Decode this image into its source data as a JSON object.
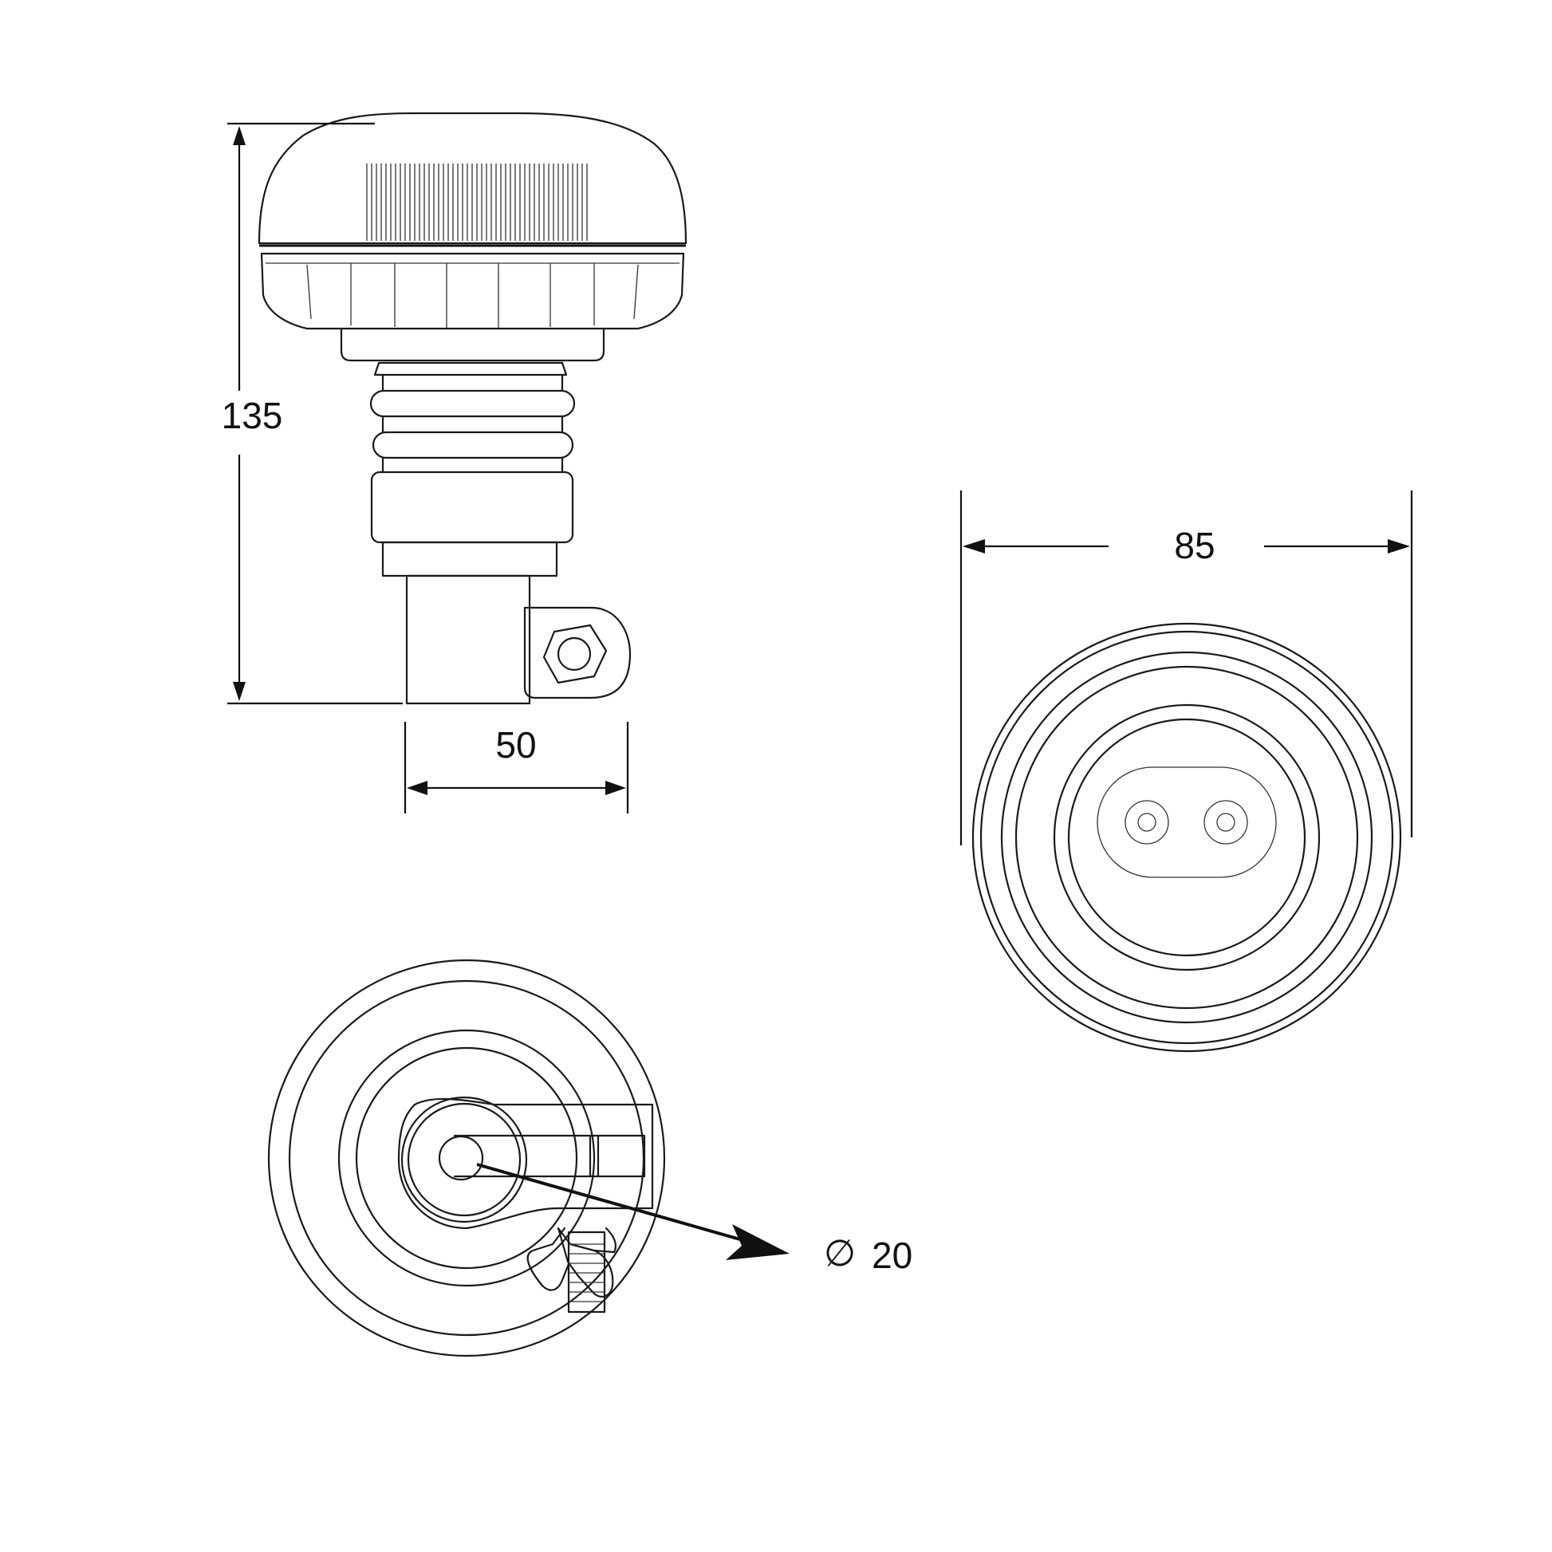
{
  "dimensions": {
    "height": "135",
    "base_width": "50",
    "diameter": "85",
    "pole_diameter": "20",
    "diameter_symbol": "∅"
  },
  "colors": {
    "line": "#111111",
    "background": "#ffffff"
  }
}
